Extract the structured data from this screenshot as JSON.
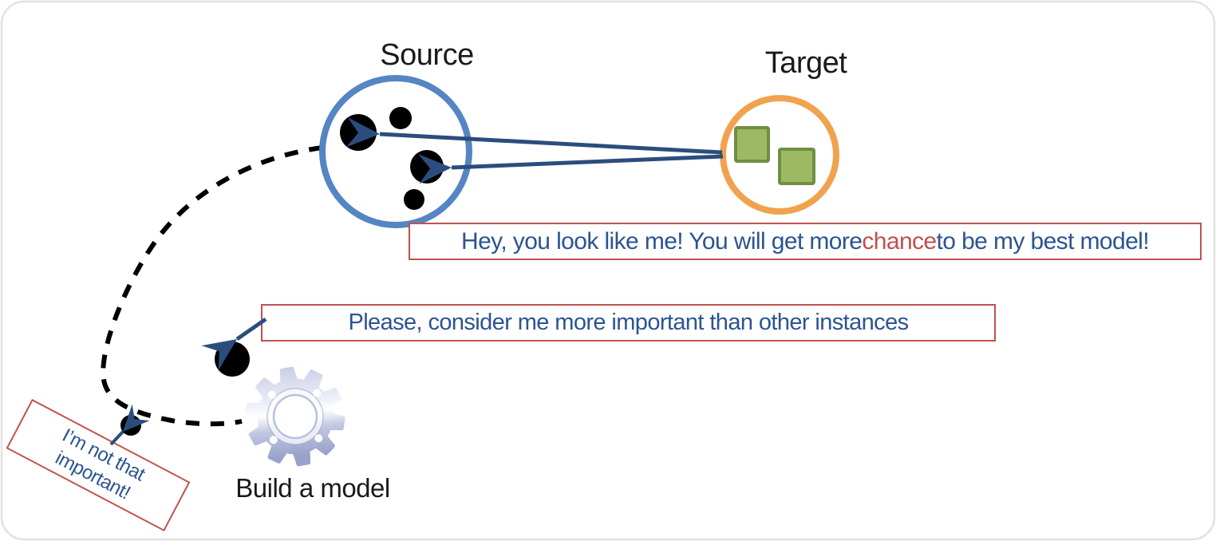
{
  "diagram": {
    "source_label": "Source",
    "target_label": "Target",
    "build_model_label": "Build a model",
    "hey_callout": {
      "part1": "Hey, you look like me! You will get more ",
      "highlight": "chance",
      "part2": " to be my best model!"
    },
    "please_callout": "Please, consider me more important than other instances",
    "not_important_callout": {
      "line1": "I’m not that",
      "line2": "important!"
    }
  },
  "icons": {
    "gear_icon": "⚙"
  },
  "colors": {
    "source-circle": "#5585c2",
    "target-circle": "#f0a24f",
    "square-fill": "#9dba62",
    "square-border": "#6f8e44",
    "arrow": "#2b4d7e",
    "callout-border": "#c0524e",
    "callout-text": "#2b5491",
    "highlight": "#c0504d",
    "ink": "#000000",
    "label": "#1a1a1a",
    "gear-light": "#eceef7",
    "gear-mid": "#c2c7e2",
    "gear-dark": "#99a1cb",
    "slide-border": "#e2e2e2"
  }
}
